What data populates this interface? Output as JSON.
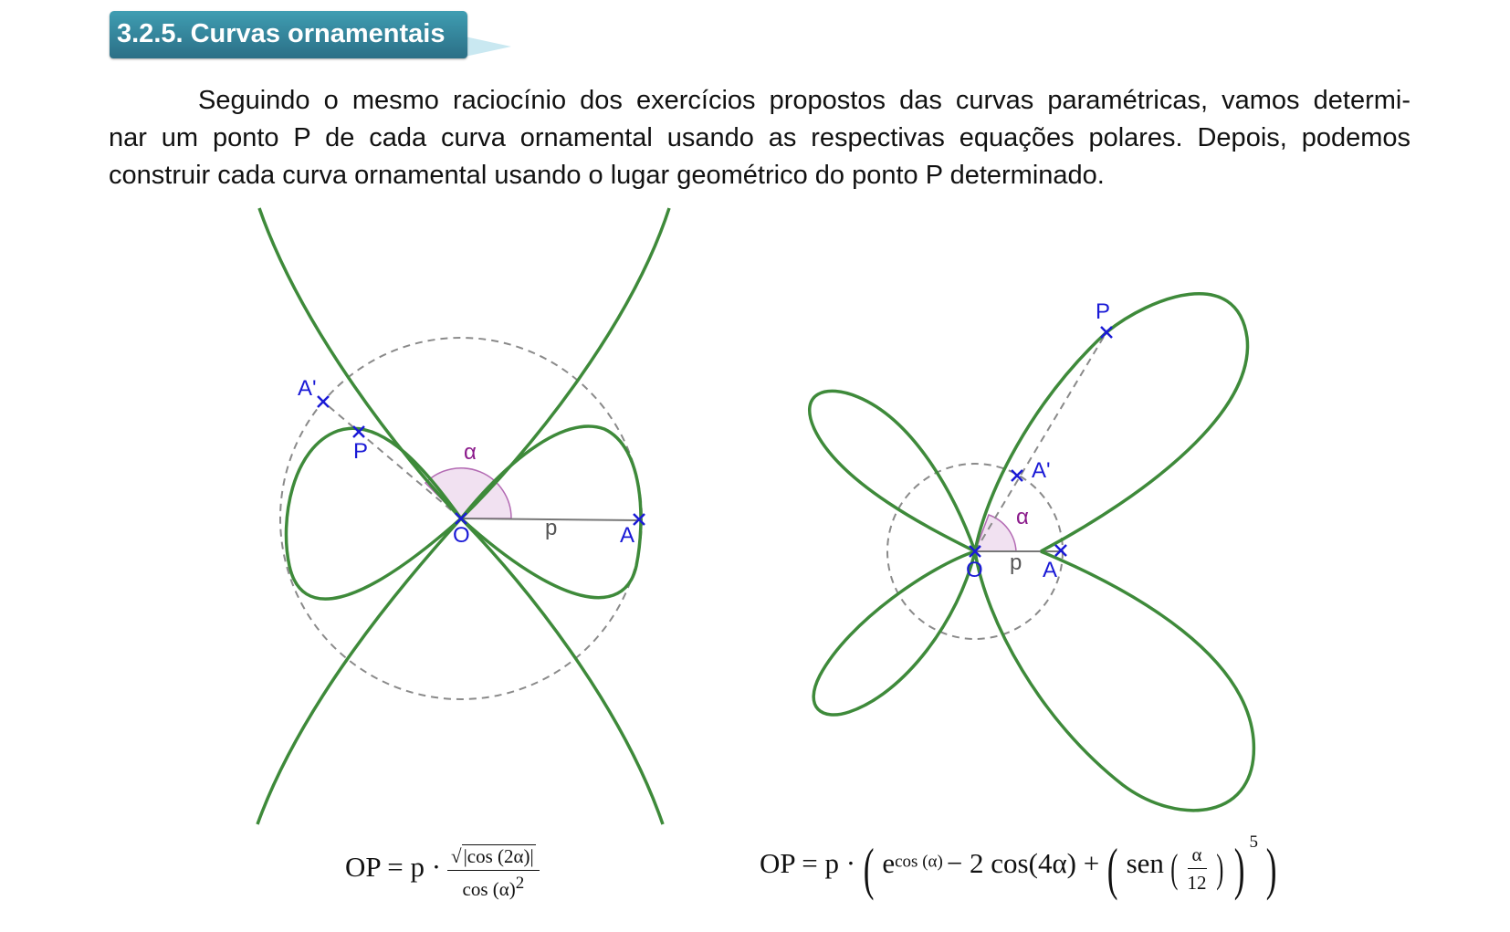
{
  "section": {
    "title": "3.2.5. Curvas ornamentais"
  },
  "paragraph": {
    "line1": "Seguindo o mesmo raciocínio dos exercícios propostos das curvas paramétricas, vamos determi-",
    "line2": "nar um ponto P de cada curva ornamental usando as respectivas equações polares. Depois, podemos",
    "line3": "construir cada curva ornamental usando o lugar geométrico do ponto P determinado."
  },
  "figure_left": {
    "labels": {
      "a_prime": "A'",
      "p_point": "P",
      "alpha": "α",
      "origin": "O",
      "p_seg": "p",
      "a": "A"
    }
  },
  "figure_right": {
    "labels": {
      "p_point": "P",
      "a_prime": "A'",
      "alpha": "α",
      "origin": "O",
      "p_seg": "p",
      "a": "A"
    }
  },
  "formula_left": {
    "lhs": "OP = p ·",
    "numerator": "|cos (2α)|",
    "denominator": "cos (α)",
    "den_exp": "2"
  },
  "formula_right": {
    "lhs": "OP = p ·",
    "e": "e",
    "e_exp": "cos (α)",
    "middle": "− 2 cos(4α) +",
    "sen": "sen",
    "frac_num": "α",
    "frac_den": "12",
    "outer_exp": "5"
  },
  "colors": {
    "curve": "#3e8a3a",
    "point": "#1a1ad6",
    "circle": "#8a8a8a",
    "angle_fill": "#f1e1f1",
    "angle_stroke": "#b36ab3",
    "alpha_text": "#8b1a8b",
    "header": "#2f7f96"
  }
}
